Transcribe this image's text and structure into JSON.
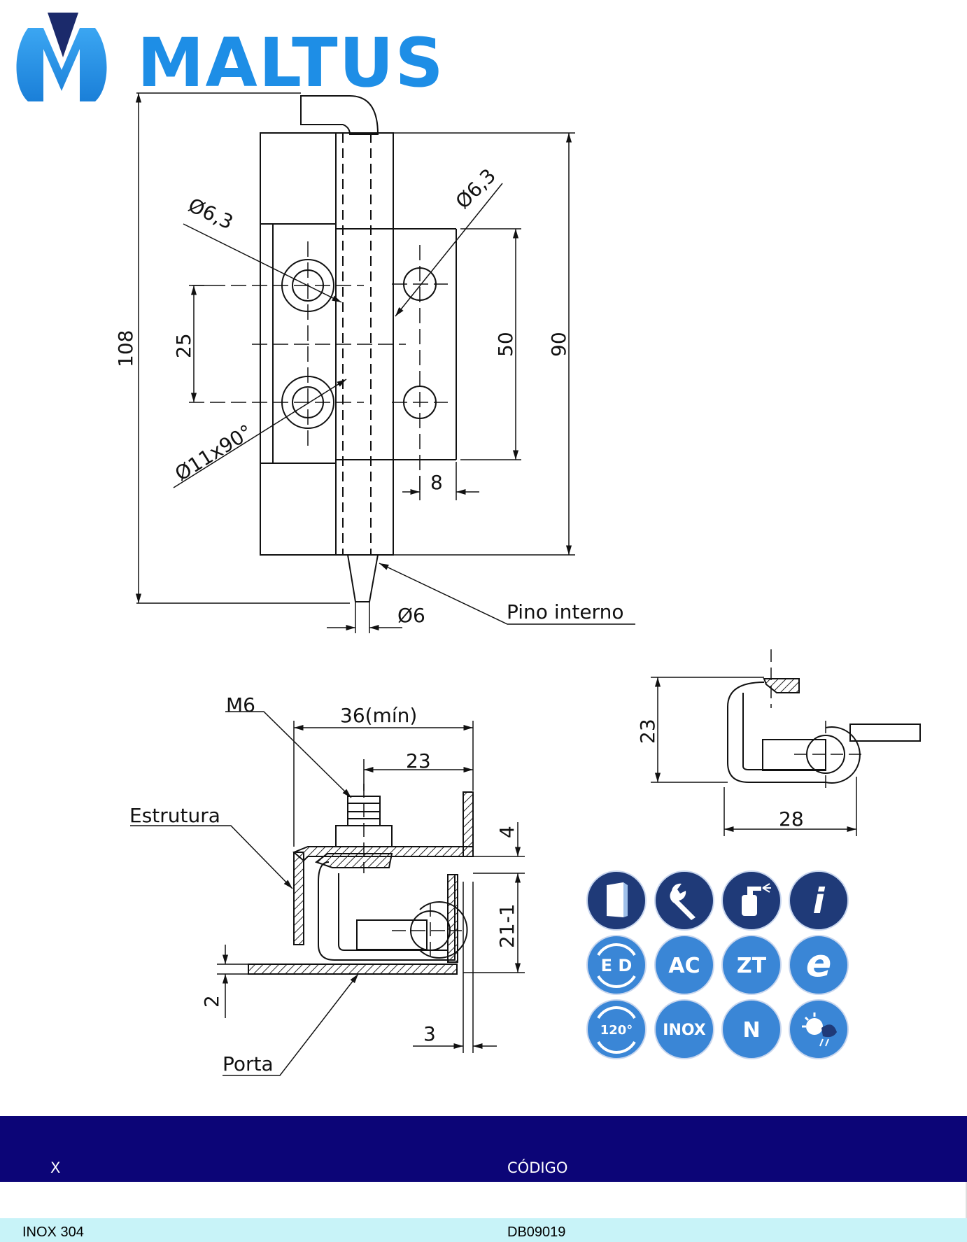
{
  "brand": {
    "name": "MALTUS",
    "color": "#1e8ee6",
    "dark": "#1b2a6b"
  },
  "labels": {
    "dim_108": "108",
    "dim_90": "90",
    "dim_50": "50",
    "dim_25": "25",
    "dim_8": "8",
    "hole_left": "Ø6,3",
    "hole_right": "Ø6,3",
    "countersink": "Ø11x90°",
    "pin_dia": "Ø6",
    "pin_label": "Pino interno",
    "m6": "M6",
    "dim_36": "36(mín)",
    "dim_23a": "23",
    "estrutura": "Estrutura",
    "dim_4": "4",
    "dim_21": "21-1",
    "dim_2": "2",
    "dim_3": "3",
    "porta": "Porta",
    "dim_23b": "23",
    "dim_28": "28"
  },
  "icons": [
    {
      "name": "door-icon",
      "text": ""
    },
    {
      "name": "wrench-icon",
      "text": ""
    },
    {
      "name": "spray-gun-icon",
      "text": ""
    },
    {
      "name": "info-icon",
      "text": "i"
    },
    {
      "name": "left-right-icon",
      "text": "E D"
    },
    {
      "name": "ac-icon",
      "text": "AC"
    },
    {
      "name": "zt-icon",
      "text": "ZT"
    },
    {
      "name": "e-icon",
      "text": "e"
    },
    {
      "name": "rotation-120-icon",
      "text": "120°"
    },
    {
      "name": "inox-icon",
      "text": "INOX"
    },
    {
      "name": "n-icon",
      "text": "N"
    },
    {
      "name": "weather-icon",
      "text": ""
    }
  ],
  "icon_colors": {
    "dark": "#1f3a78",
    "light": "#3a86d6"
  },
  "table": {
    "header_bg": "#0c0577",
    "row_bg": "#c8f3f8",
    "headers": [
      "X",
      "CÓDIGO"
    ],
    "rows": [
      {
        "material": "INOX 304",
        "code": "DB09019"
      }
    ]
  }
}
